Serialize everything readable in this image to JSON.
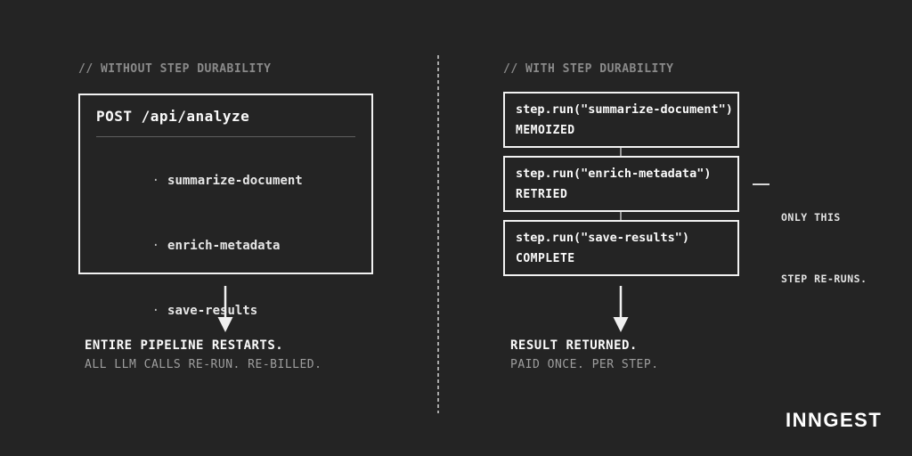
{
  "palette": {
    "background": "#242424",
    "box_border": "#f2f2f2",
    "text_bright": "#fafafa",
    "text_muted": "#8a8a8a",
    "text_dim": "#9e9e9e"
  },
  "left": {
    "header": "// WITHOUT STEP DURABILITY",
    "box": {
      "title": "POST /api/analyze",
      "bullet": "·",
      "items": [
        "summarize-document",
        "enrich-metadata",
        "save-results"
      ]
    },
    "result_title": "ENTIRE PIPELINE RESTARTS.",
    "result_subtitle": "ALL LLM CALLS RE-RUN. RE-BILLED."
  },
  "right": {
    "header": "// WITH STEP DURABILITY",
    "steps": [
      {
        "code": "step.run(\"summarize-document\")",
        "status": "MEMOIZED"
      },
      {
        "code": "step.run(\"enrich-metadata\")",
        "status": "RETRIED"
      },
      {
        "code": "step.run(\"save-results\")",
        "status": "COMPLETE"
      }
    ],
    "callout": {
      "line1": "ONLY THIS",
      "line2": "STEP RE-RUNS."
    },
    "result_title": "RESULT RETURNED.",
    "result_subtitle": "PAID ONCE. PER STEP."
  },
  "logo": {
    "text": "INNGEST"
  }
}
